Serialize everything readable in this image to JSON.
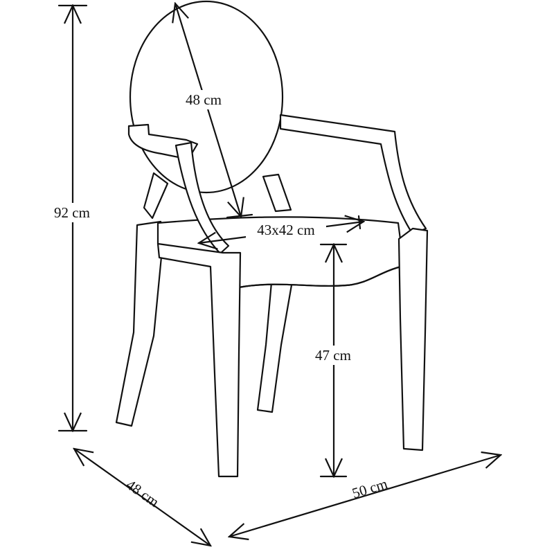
{
  "dimensions": {
    "height": "92 cm",
    "backrest": "48 cm",
    "seat": "43x42 cm",
    "seat_height": "47 cm",
    "depth": "48 cm",
    "width": "50 cm"
  }
}
